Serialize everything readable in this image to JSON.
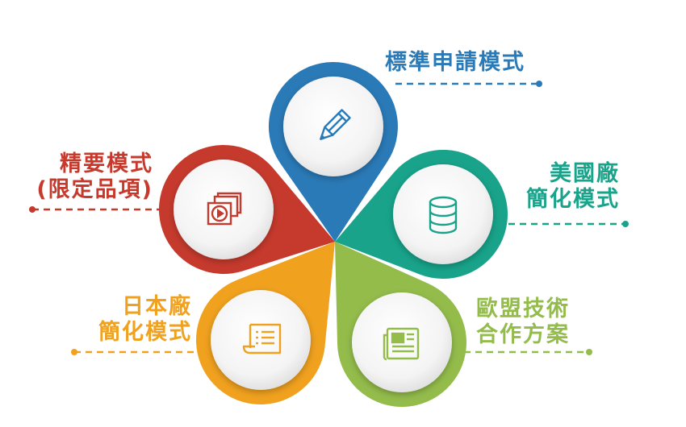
{
  "items": [
    {
      "id": "standard",
      "lines": [
        "標準申請模式"
      ],
      "color": "#2a7ab7",
      "icon": "pencil-icon"
    },
    {
      "id": "us-factory",
      "lines": [
        "美國廠",
        "簡化模式"
      ],
      "color": "#18a38a",
      "icon": "database-icon"
    },
    {
      "id": "eu-tech",
      "lines": [
        "歐盟技術",
        "合作方案"
      ],
      "color": "#93bc4b",
      "icon": "newspaper-icon"
    },
    {
      "id": "jp-factory",
      "lines": [
        "日本廠",
        "簡化模式"
      ],
      "color": "#f0a11e",
      "icon": "document-list-icon"
    },
    {
      "id": "essential",
      "lines": [
        "精要模式",
        "(限定品項)"
      ],
      "color": "#c63a2d",
      "icon": "video-files-icon"
    }
  ]
}
